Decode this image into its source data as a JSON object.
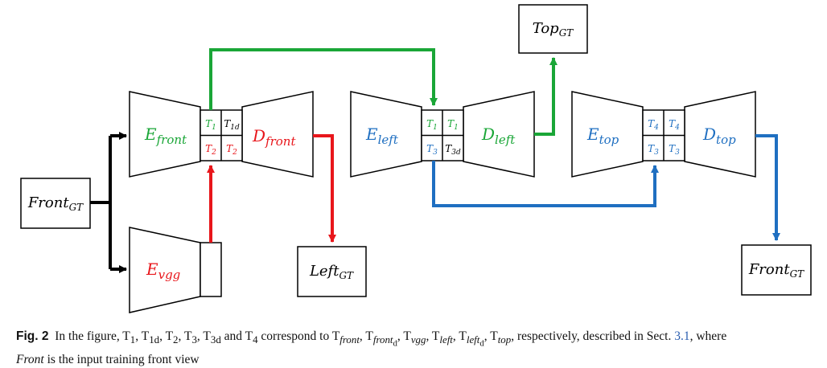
{
  "colors": {
    "green": "#1aa637",
    "red": "#e8161b",
    "blue": "#1f6fc1",
    "black": "#000000"
  },
  "nodes": {
    "front_gt": {
      "main": "Front",
      "sub": "GT"
    },
    "left_gt": {
      "main": "Left",
      "sub": "GT"
    },
    "top_gt": {
      "main": "Top",
      "sub": "GT"
    },
    "front_gt_out": {
      "main": "Front",
      "sub": "GT"
    },
    "e_front": {
      "main": "E",
      "sub": "front"
    },
    "d_front": {
      "main": "D",
      "sub": "front"
    },
    "e_vgg": {
      "main": "E",
      "sub": "vgg"
    },
    "e_left": {
      "main": "E",
      "sub": "left"
    },
    "d_left": {
      "main": "D",
      "sub": "left"
    },
    "e_top": {
      "main": "E",
      "sub": "top"
    },
    "d_top": {
      "main": "D",
      "sub": "top"
    }
  },
  "cells": {
    "front": [
      {
        "main": "T",
        "sub": "1"
      },
      {
        "main": "T",
        "sub": "1d"
      },
      {
        "main": "T",
        "sub": "2"
      },
      {
        "main": "T",
        "sub": "2"
      }
    ],
    "left": [
      {
        "main": "T",
        "sub": "1"
      },
      {
        "main": "T",
        "sub": "1"
      },
      {
        "main": "T",
        "sub": "3"
      },
      {
        "main": "T",
        "sub": "3d"
      }
    ],
    "top": [
      {
        "main": "T",
        "sub": "4"
      },
      {
        "main": "T",
        "sub": "4"
      },
      {
        "main": "T",
        "sub": "3"
      },
      {
        "main": "T",
        "sub": "3"
      }
    ]
  },
  "caption": {
    "label": "Fig. 2",
    "p1": "In the figure, T",
    "p1s": "1",
    "p2": ", T",
    "p2s": "1d",
    "p3": ", T",
    "p3s": "2",
    "p4": ", T",
    "p4s": "3",
    "p5": ", T",
    "p5s": "3d",
    "p6": " and T",
    "p6s": "4",
    "p7": " correspond to T",
    "p7s": "front",
    "p8": ", T",
    "p8s": "front",
    "p8ss": "d",
    "p9": ", T",
    "p9s": "vgg",
    "p10": ", T",
    "p10s": "left",
    "p11": ", T",
    "p11s": "left",
    "p11ss": "d",
    "p12": ", T",
    "p12s": "top",
    "p13": ", respectively, described in Sect. ",
    "ref": "3.1",
    "p14": ", where",
    "front_word": "Front",
    "p15": " is the input training front view"
  }
}
